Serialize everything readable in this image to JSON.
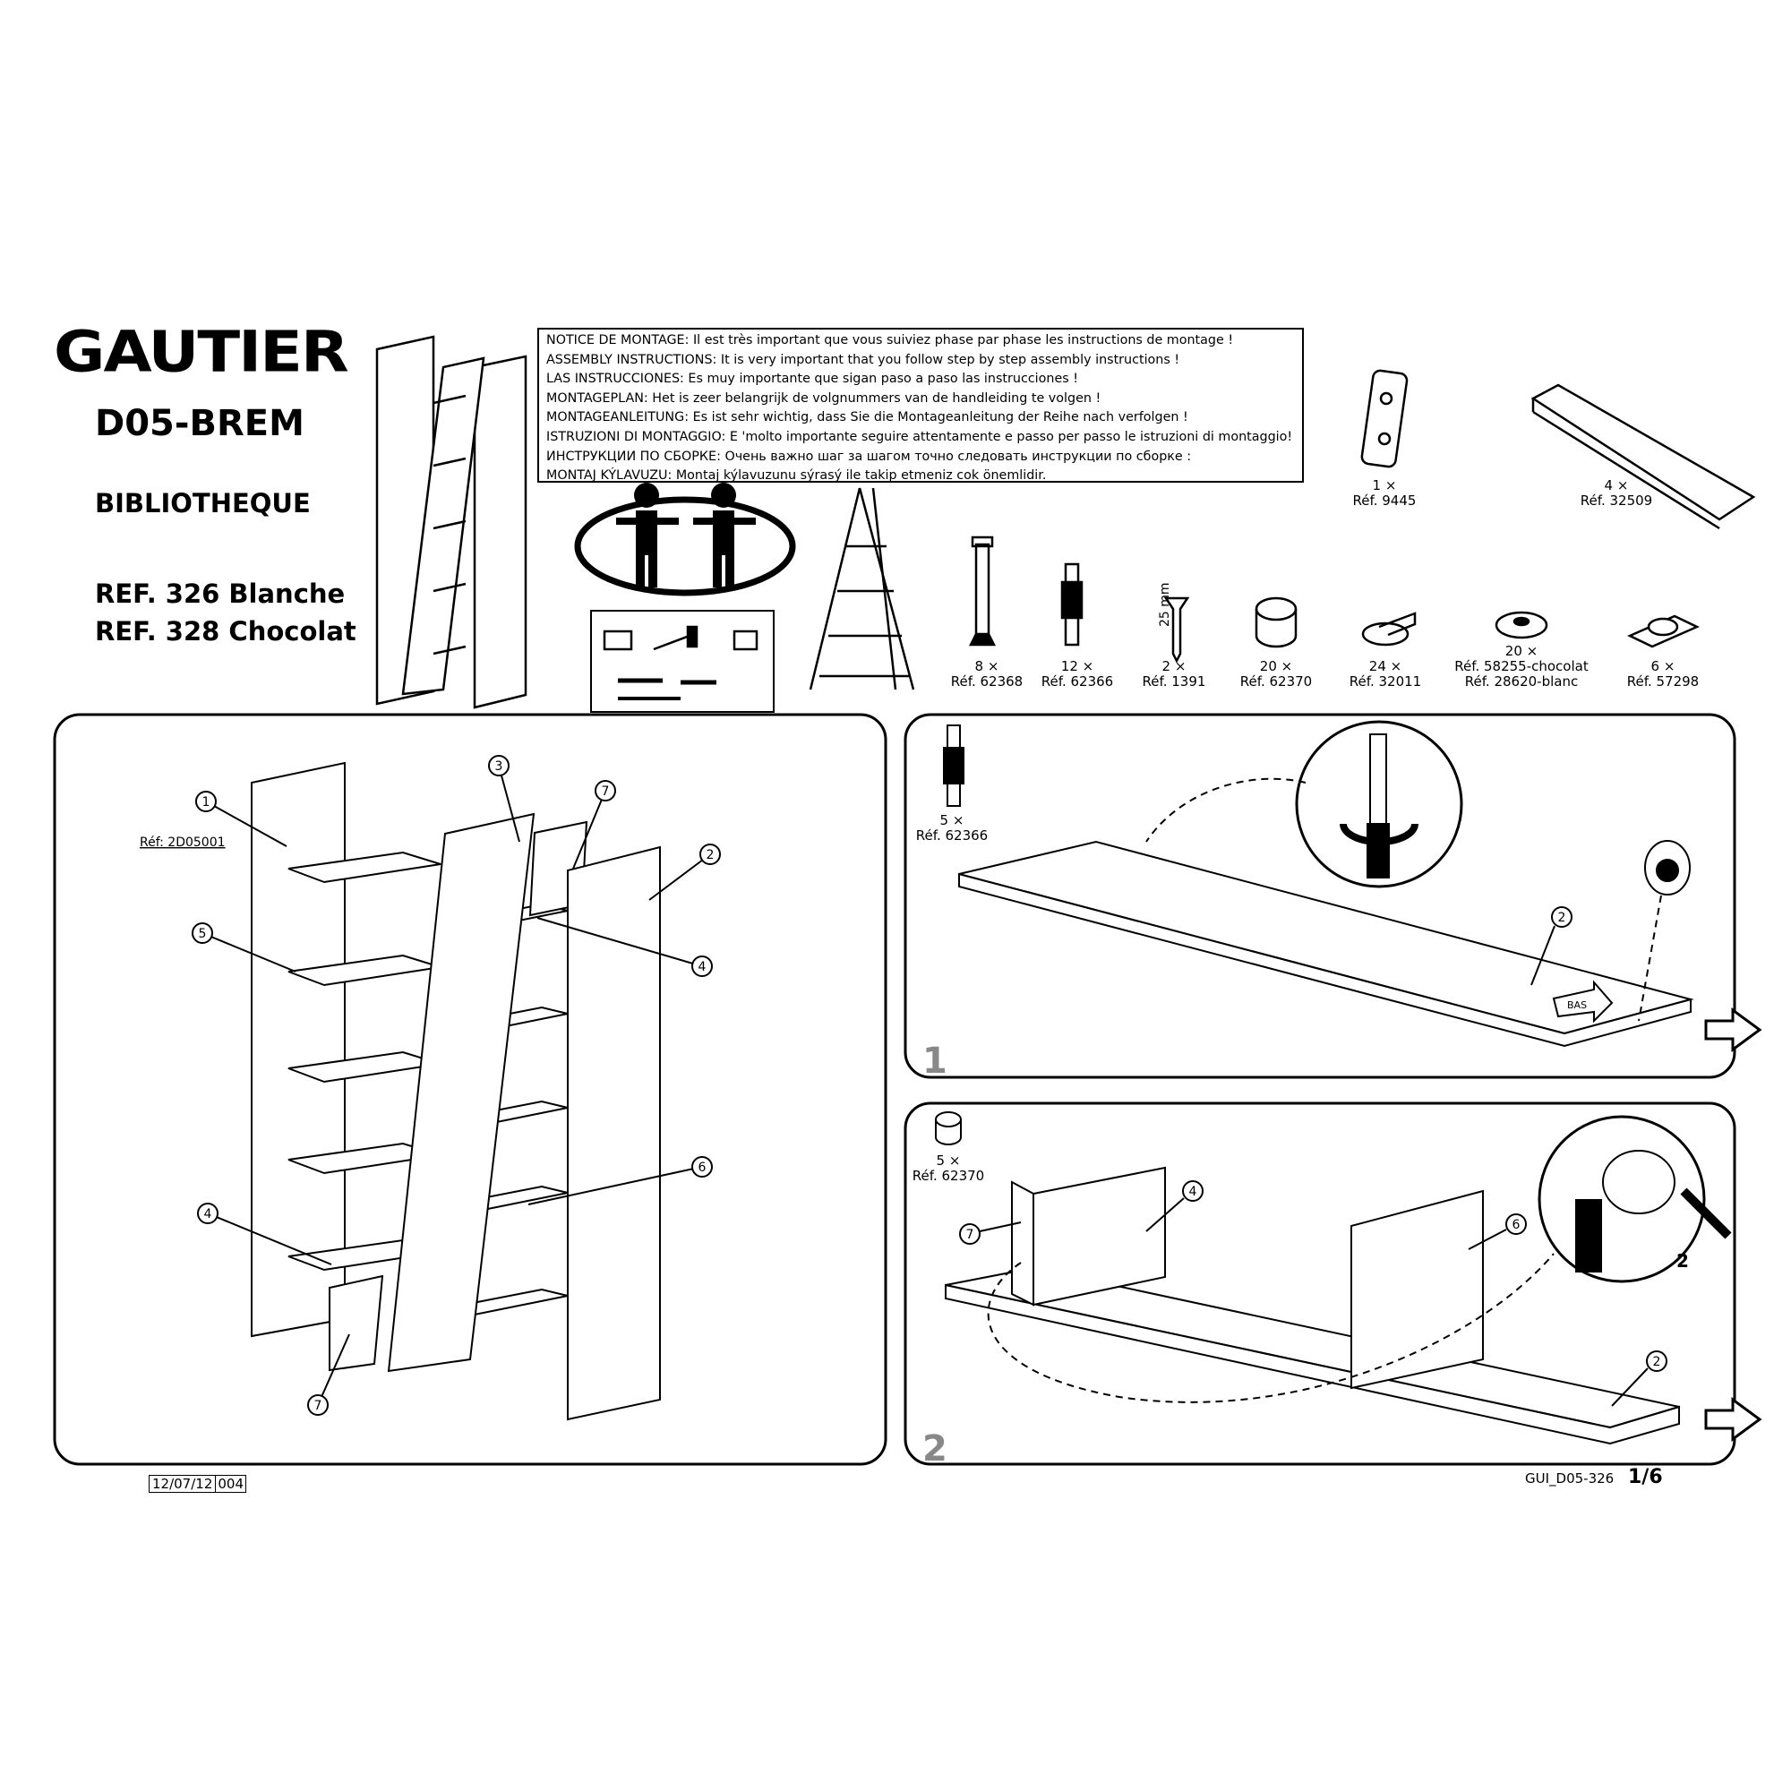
{
  "header": {
    "brand": "GAUTIER",
    "model": "D05-BREM",
    "product_type": "BIBLIOTHEQUE",
    "references": [
      "REF. 326 Blanche",
      "REF. 328 Chocolat"
    ]
  },
  "notice": [
    {
      "label": "NOTICE DE MONTAGE:",
      "text": " Il est très important que vous suiviez phase par phase les instructions de montage !"
    },
    {
      "label": "ASSEMBLY INSTRUCTIONS:",
      "text": " It is very important that you follow step by step assembly instructions !"
    },
    {
      "label": "LAS INSTRUCCIONES:",
      "text": " Es muy importante que sigan paso a paso las instrucciones !"
    },
    {
      "label": "MONTAGEPLAN:",
      "text": " Het is zeer belangrijk de volgnummers van de handleiding te volgen !"
    },
    {
      "label": "MONTAGEANLEITUNG:",
      "text": " Es ist sehr wichtig, dass Sie die Montageanleitung der Reihe nach verfolgen !"
    },
    {
      "label": "ISTRUZIONI DI MONTAGGIO:",
      "text": " E 'molto importante seguire attentamente e passo per passo le istruzioni di montaggio!"
    },
    {
      "label": "ИНСТРУКЦИИ ПО СБОРКЕ:",
      "text": " Очень важно шаг за шагом точно следовать инструкции по сборке :"
    },
    {
      "label": "MONTAJ KÝLAVUZU:",
      "text": " Montaj kýlavuzunu sýrasý ile takip etmeniz cok önemlidir."
    }
  ],
  "hardware": [
    {
      "qty": "1 ×",
      "ref": "Réf. 9445",
      "icon": "connector-plate-icon"
    },
    {
      "qty": "4 ×",
      "ref": "Réf. 32509",
      "icon": "wedge-shims-icon"
    },
    {
      "qty": "8 ×",
      "ref": "Réf. 62368",
      "icon": "long-dowel-bolt-icon"
    },
    {
      "qty": "12 ×",
      "ref": "Réf. 62366",
      "icon": "cam-bolt-icon"
    },
    {
      "qty": "2 ×",
      "ref": "Réf. 1391",
      "icon": "screw-icon",
      "dimension": "25 mm"
    },
    {
      "qty": "20 ×",
      "ref": "Réf. 62370",
      "icon": "cam-lock-icon"
    },
    {
      "qty": "24 ×",
      "ref": "Réf. 32011",
      "icon": "shelf-support-icon"
    },
    {
      "qty": "20 ×",
      "ref": "Réf. 58255-chocolat",
      "ref2": "Réf. 28620-blanc",
      "icon": "cap-cover-icon"
    },
    {
      "qty": "6 ×",
      "ref": "Réf. 57298",
      "icon": "felt-pad-icon"
    }
  ],
  "overview": {
    "part_ref": "Réf: 2D05001",
    "callouts": [
      "1",
      "3",
      "7",
      "2",
      "5",
      "4",
      "6",
      "4",
      "7"
    ]
  },
  "step1": {
    "number": "1",
    "hw_qty": "5 ×",
    "hw_ref": "Réf. 62366",
    "callout": "2",
    "arrow_label": "BAS"
  },
  "step2": {
    "number": "2",
    "hw_qty": "5 ×",
    "hw_ref": "Réf. 62370",
    "callouts": [
      "4",
      "7",
      "6",
      "2"
    ],
    "detail_label": "2"
  },
  "footer": {
    "date": "12/07/12",
    "version": "004",
    "doc_code": "GUI_D05-326",
    "page": "1/6"
  }
}
